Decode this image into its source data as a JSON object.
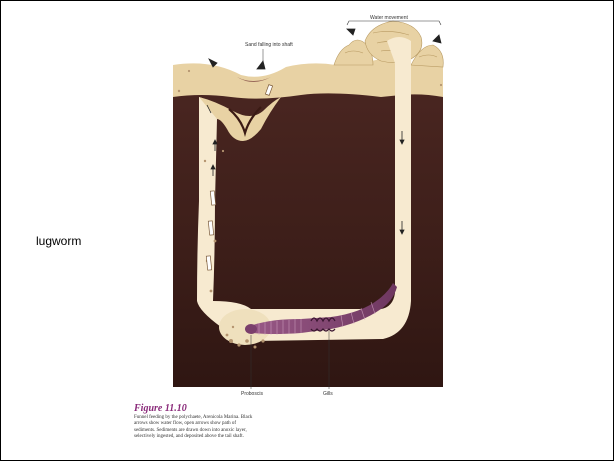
{
  "side_label": "lugworm",
  "figure": {
    "labels": {
      "water_movement": "Water movement",
      "sand_falling": "Sand falling into shaft",
      "proboscis": "Proboscis",
      "gills": "Gills"
    },
    "caption": {
      "title": "Figure 11.10",
      "body": "Funnel feeding by the polychaete, Arenicola Marina. Black arrows show water flow, open arrows show path of sediments. Sediments are drawn down into anoxic layer, selectively ingested, and deposited above the tail shaft."
    },
    "colors": {
      "sediment_dark": "#3e1f1a",
      "sand": "#e8d2a4",
      "burrow": "#f7ead0",
      "worm": "#8a4b7a",
      "caption_title": "#8a2a7a"
    }
  }
}
